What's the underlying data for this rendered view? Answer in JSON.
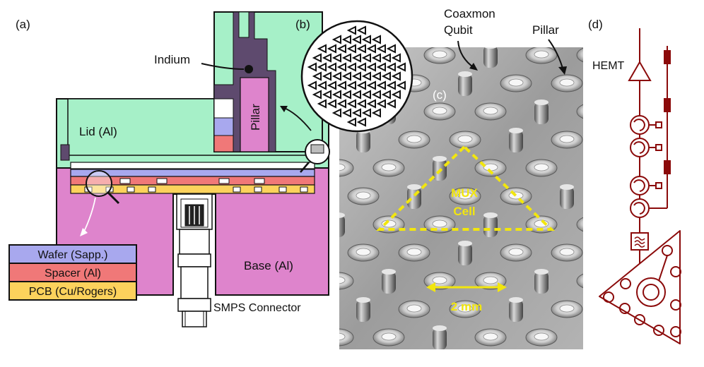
{
  "panels": {
    "a": "(a)",
    "b": "(b)",
    "c": "(c)",
    "d": "(d)"
  },
  "panel_a": {
    "indium": "Indium",
    "pillar": "Pillar",
    "lid": "Lid (Al)",
    "base": "Base (Al)",
    "connector": "SMPS Connector",
    "legend": [
      {
        "label": "Wafer (Sapp.)",
        "color": "#a8a8ee"
      },
      {
        "label": "Spacer (Al)",
        "color": "#f07878"
      },
      {
        "label": "PCB (Cu/Rogers)",
        "color": "#fcd25c"
      }
    ]
  },
  "panel_c": {
    "coaxmon": "Coaxmon",
    "qubit": "Qubit",
    "pillar": "Pillar",
    "mux": "MUX",
    "cell": "Cell",
    "scale": "2 mm"
  },
  "panel_d": {
    "hemt": "HEMT"
  },
  "colors": {
    "lid": "#a6f0c8",
    "base": "#de84cc",
    "indium": "#5e4a6e",
    "wafer": "#a8a8ee",
    "spacer": "#f07878",
    "pcb": "#fcd25c",
    "circuit": "#8b0a0a",
    "annotation": "#f2e60e"
  }
}
